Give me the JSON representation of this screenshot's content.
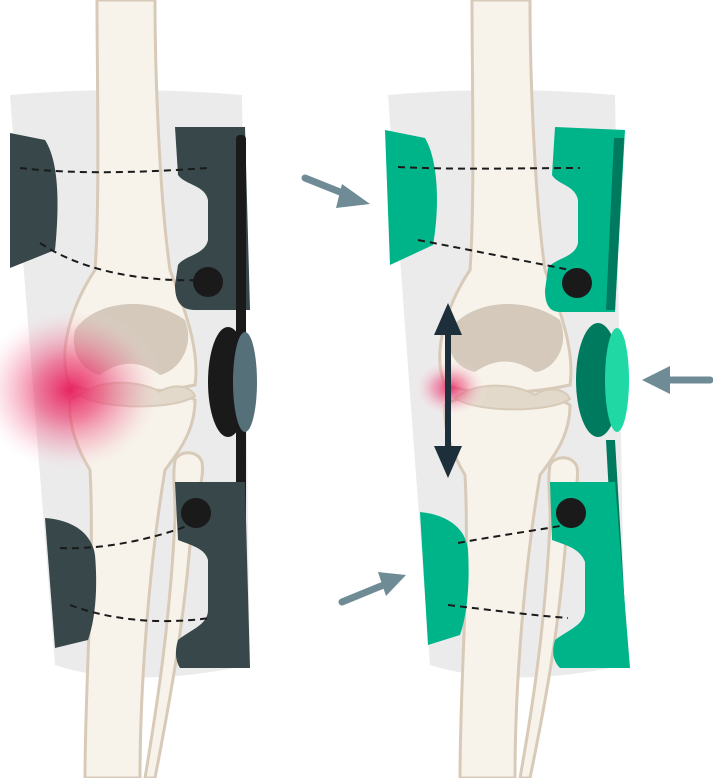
{
  "colors": {
    "background": "#ffffff",
    "sleeve": "#ebebeb",
    "bone_fill": "#f7f3ea",
    "bone_outline": "#d8cab8",
    "cartilage": "#d4c9bb",
    "brace_before": "#37474a",
    "brace_before_dark": "#1f1f1f",
    "hinge_cap_before": "#56707a",
    "brace_after": "#00b48a",
    "brace_after_dark": "#007a5e",
    "hinge_cap_after": "#1fd8a4",
    "pain": "#e8195a",
    "arrow": "#6f8b96",
    "separation_arrow": "#1e2f3c",
    "strap": "#1a1a1a"
  },
  "panels": [
    {
      "id": "before",
      "state": "knee with unloaded brace and pain at joint",
      "pain_level": 1.0
    },
    {
      "id": "after",
      "state": "knee with unloader brace applying three-point pressure",
      "pain_level": 0.35
    }
  ],
  "icons": [
    "pressure-arrow-icon",
    "joint-separation-arrow-icon",
    "pain-glow-icon",
    "hinge-icon"
  ]
}
